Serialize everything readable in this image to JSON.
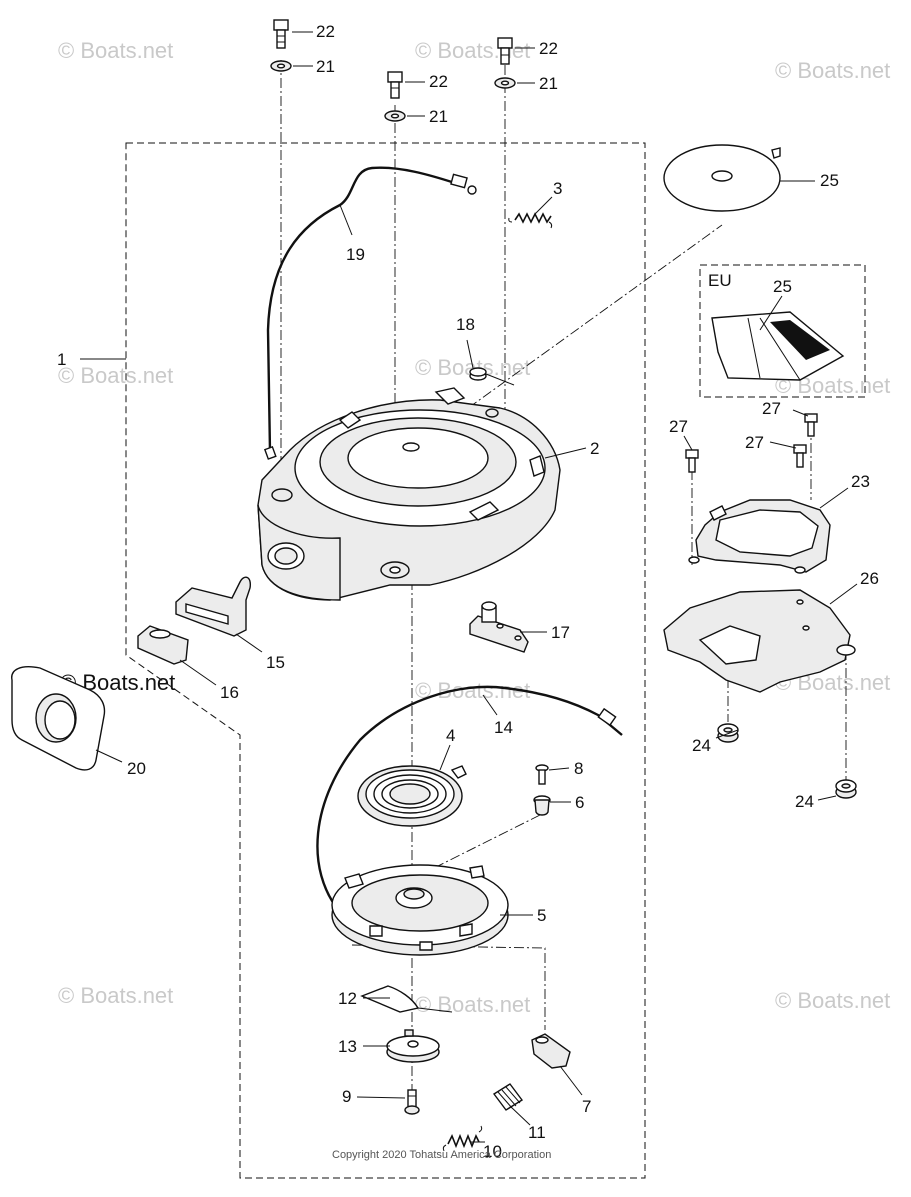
{
  "watermark": "© Boats.net",
  "copyright": "Copyright 2020 Tohatsu America Corporation",
  "eu_label": "EU",
  "callouts": [
    {
      "id": "c22a",
      "text": "22"
    },
    {
      "id": "c21a",
      "text": "21"
    },
    {
      "id": "c22b",
      "text": "22"
    },
    {
      "id": "c21b",
      "text": "21"
    },
    {
      "id": "c22c",
      "text": "22"
    },
    {
      "id": "c21c",
      "text": "21"
    },
    {
      "id": "c3",
      "text": "3"
    },
    {
      "id": "c25a",
      "text": "25"
    },
    {
      "id": "c25b",
      "text": "25"
    },
    {
      "id": "c19",
      "text": "19"
    },
    {
      "id": "c18",
      "text": "18"
    },
    {
      "id": "c1",
      "text": "1"
    },
    {
      "id": "c2",
      "text": "2"
    },
    {
      "id": "c27a",
      "text": "27"
    },
    {
      "id": "c27b",
      "text": "27"
    },
    {
      "id": "c27c",
      "text": "27"
    },
    {
      "id": "c23",
      "text": "23"
    },
    {
      "id": "c26",
      "text": "26"
    },
    {
      "id": "c17",
      "text": "17"
    },
    {
      "id": "c15",
      "text": "15"
    },
    {
      "id": "c16",
      "text": "16"
    },
    {
      "id": "c20",
      "text": "20"
    },
    {
      "id": "c14",
      "text": "14"
    },
    {
      "id": "c4",
      "text": "4"
    },
    {
      "id": "c24a",
      "text": "24"
    },
    {
      "id": "c24b",
      "text": "24"
    },
    {
      "id": "c8",
      "text": "8"
    },
    {
      "id": "c6",
      "text": "6"
    },
    {
      "id": "c5",
      "text": "5"
    },
    {
      "id": "c12",
      "text": "12"
    },
    {
      "id": "c13",
      "text": "13"
    },
    {
      "id": "c7",
      "text": "7"
    },
    {
      "id": "c9",
      "text": "9"
    },
    {
      "id": "c11",
      "text": "11"
    },
    {
      "id": "c10",
      "text": "10"
    }
  ]
}
